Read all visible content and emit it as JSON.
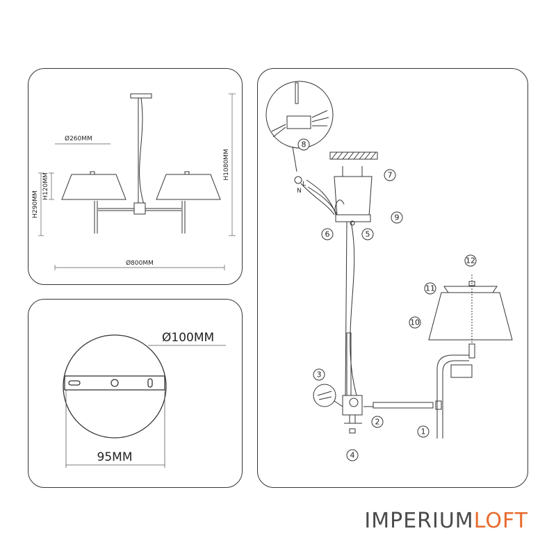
{
  "overview": {
    "shade_diameter": "Ø260MM",
    "total_height": "H1080MM",
    "body_height": "H290MM",
    "shade_height": "H120MM",
    "total_width": "Ø800MM"
  },
  "mount": {
    "canopy_diameter": "Ø100MM",
    "bracket_spacing": "95MM"
  },
  "assembly": {
    "steps": [
      "1",
      "2",
      "3",
      "4",
      "5",
      "6",
      "7",
      "8",
      "9",
      "10",
      "11",
      "12"
    ],
    "wire_labels": {
      "live": "L",
      "neutral": "N"
    }
  },
  "brand": {
    "part1": "IMPERIUM",
    "part2": "LOFT"
  },
  "colors": {
    "line": "#333333",
    "brand_gray": "#4a4a4a",
    "brand_orange": "#e86a2c"
  }
}
